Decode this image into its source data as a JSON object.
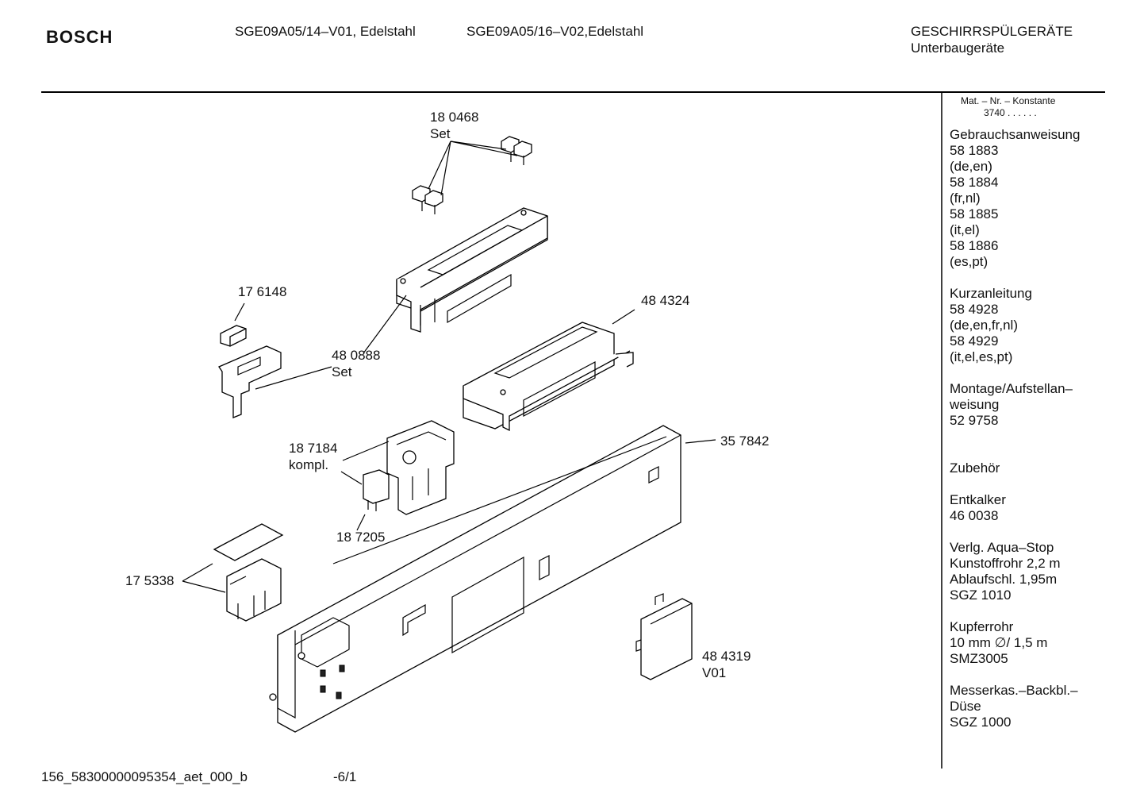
{
  "header": {
    "brand": "BOSCH",
    "model_1": "SGE09A05/14–V01, Edelstahl",
    "model_2": "SGE09A05/16–V02,Edelstahl",
    "category": "GESCHIRRSPÜLGERÄTE",
    "subcategory": "Unterbaugeräte"
  },
  "labels": {
    "l180468": "18 0468",
    "l180468_set": "Set",
    "l176148": "17 6148",
    "l480888": "48 0888",
    "l480888_set": "Set",
    "l484324": "48 4324",
    "l187184": "18 7184",
    "l187184_k": "kompl.",
    "l357842": "35 7842",
    "l187205": "18 7205",
    "l175338": "17 5338",
    "l484319": "48 4319",
    "l484319_v": "V01"
  },
  "sidebar": {
    "mat_title": "Mat. – Nr. – Konstante",
    "mat_value": "3740 . . . . . .",
    "groups": [
      [
        "Gebrauchsanweisung",
        "58 1883",
        "(de,en)",
        "58 1884",
        "(fr,nl)",
        "58 1885",
        "(it,el)",
        "58 1886",
        "(es,pt)"
      ],
      [
        "Kurzanleitung",
        "58 4928",
        "(de,en,fr,nl)",
        "58 4929",
        "(it,el,es,pt)"
      ],
      [
        "Montage/Aufstellan–",
        "weisung",
        "52 9758"
      ],
      [
        "",
        "Zubehör"
      ],
      [
        "Entkalker",
        "46 0038"
      ],
      [
        "Verlg. Aqua–Stop",
        "Kunstoffrohr 2,2 m",
        "Ablaufschl. 1,95m",
        "SGZ 1010"
      ],
      [
        "Kupferrohr",
        "10 mm ∅/ 1,5 m",
        "SMZ3005"
      ],
      [
        "Messerkas.–Backbl.–",
        "Düse",
        "SGZ 1000"
      ]
    ]
  },
  "footer": {
    "doc_id": "156_58300000095354_aet_000_b",
    "page": "-6/1"
  }
}
